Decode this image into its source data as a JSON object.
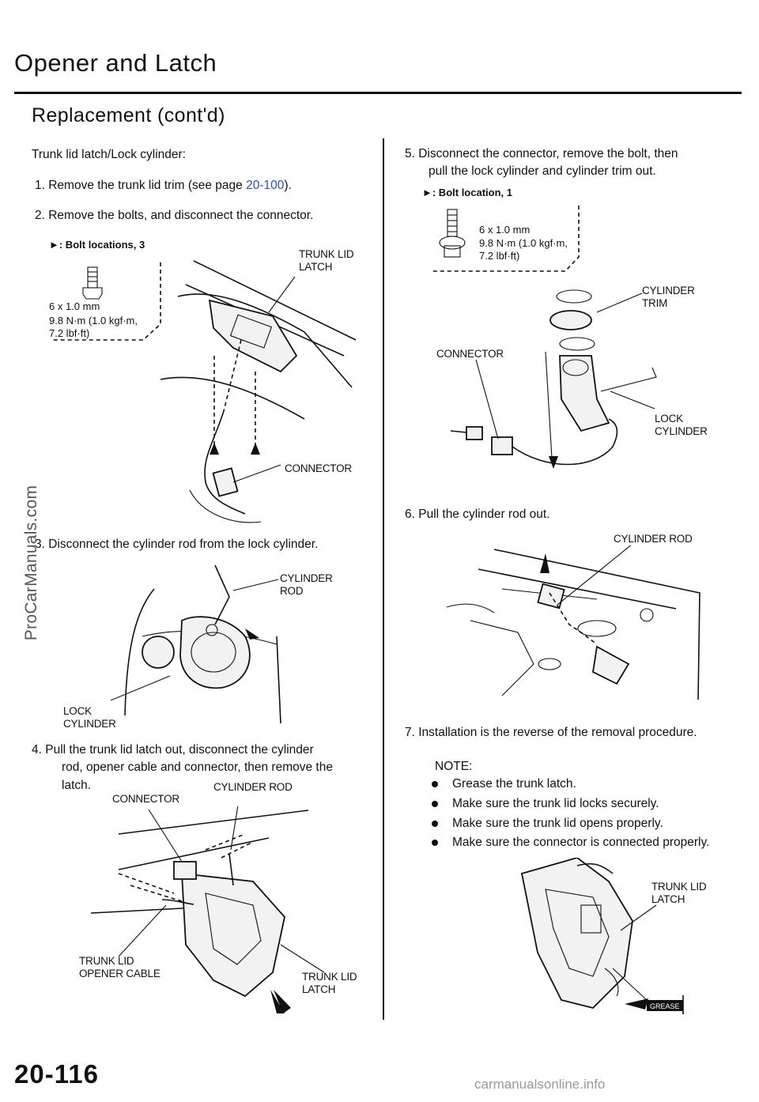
{
  "header": {
    "title": "Opener and Latch",
    "subtitle": "Replacement (cont'd)"
  },
  "intro": "Trunk lid latch/Lock cylinder:",
  "steps": {
    "s1_pre": "1.  Remove the trunk lid trim (see page ",
    "s1_link": "20-100",
    "s1_post": ").",
    "s2": "2.  Remove the bolts, and disconnect the connector.",
    "s3": "3.  Disconnect the cylinder rod from the lock cylinder.",
    "s4_line1": "4.  Pull the trunk lid latch out, disconnect the cylinder",
    "s4_line2": "rod, opener cable and connector, then remove the",
    "s4_line3": "latch.",
    "s5_line1": "5.  Disconnect the connector, remove the bolt, then",
    "s5_line2": "pull the lock cylinder and cylinder trim out.",
    "s6": "6.  Pull the cylinder rod out.",
    "s7": "7.  Installation is the reverse of the removal procedure."
  },
  "bolt_spec_1": {
    "title": "►: Bolt locations, 3",
    "size": "6 x 1.0 mm",
    "torque_1": "9.8 N·m (1.0 kgf·m,",
    "torque_2": "7.2 lbf·ft)"
  },
  "bolt_spec_2": {
    "title": "►: Bolt location, 1",
    "size": "6 x 1.0 mm",
    "torque_1": "9.8 N·m (1.0 kgf·m,",
    "torque_2": "7.2 lbf·ft)"
  },
  "labels": {
    "trunk_lid": "TRUNK LID",
    "latch": "LATCH",
    "connector": "CONNECTOR",
    "cylinder": "CYLINDER",
    "rod": "ROD",
    "lock": "LOCK",
    "cylinder_rod": "CYLINDER ROD",
    "cylinder_trim_1": "CYLINDER",
    "cylinder_trim_2": "TRIM",
    "opener_cable": "OPENER CABLE",
    "grease": "GREASE"
  },
  "notes": {
    "heading": "NOTE:",
    "items": [
      "Grease the trunk latch.",
      "Make sure the trunk lid locks securely.",
      "Make sure the trunk lid opens properly.",
      "Make sure the connector is connected properly."
    ]
  },
  "footer": {
    "page_number": "20-116",
    "watermark_side": "ProCarManuals.com",
    "watermark_bottom": "carmanualsonline.info"
  }
}
